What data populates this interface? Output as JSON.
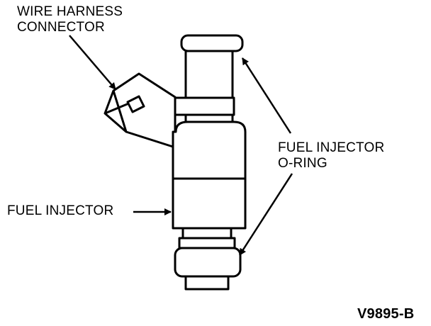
{
  "labels": {
    "wire_harness_line1": "WIRE HARNESS",
    "wire_harness_line2": "CONNECTOR",
    "o_ring_line1": "FUEL INJECTOR",
    "o_ring_line2": "O-RING",
    "fuel_injector": "FUEL INJECTOR",
    "figure_code": "V9895-B"
  },
  "colors": {
    "stroke": "#000000",
    "background": "#ffffff"
  }
}
